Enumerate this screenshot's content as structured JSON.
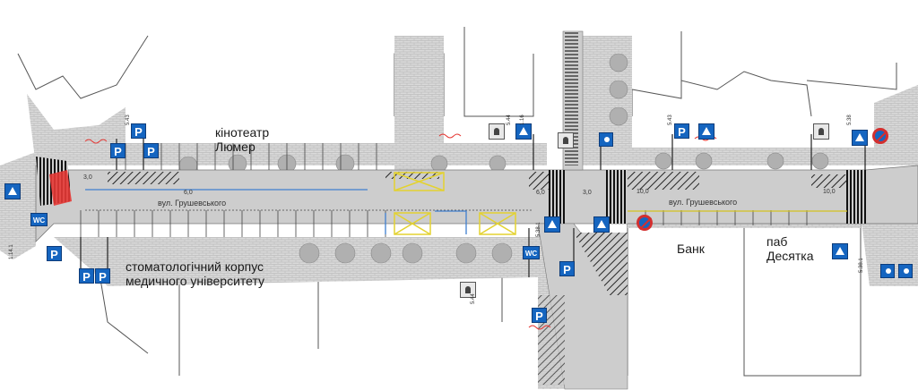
{
  "places": {
    "cinema": "кінотеатр\nЛюмер",
    "dental": "стоматологічний корпус\nмедичного університету",
    "bank": "Банк",
    "pub": "паб\nДесятка"
  },
  "streets": {
    "west": "вул. Грушевського",
    "east": "вул. Грушевського"
  },
  "sign_labels": {
    "parking": "P",
    "wc": "WC"
  },
  "sign_codes": {
    "a": "5.38",
    "b": "5.43",
    "c": "5.44",
    "d": "5.38.1",
    "e": "1.16",
    "f": "1.14.1"
  },
  "dimensions": {
    "a": "3,0",
    "b": "6,0",
    "c": "6,0",
    "d": "3,0",
    "e": "10,0",
    "f": "10,0"
  },
  "colors": {
    "road": "#cdcdcd",
    "pavement": "#d9d9d9",
    "building_line": "#555555",
    "sign_blue": "#1565c0",
    "sign_red": "#d32f2f",
    "marking_yellow": "#e3d230",
    "marking_blue": "#3f7fd0"
  }
}
